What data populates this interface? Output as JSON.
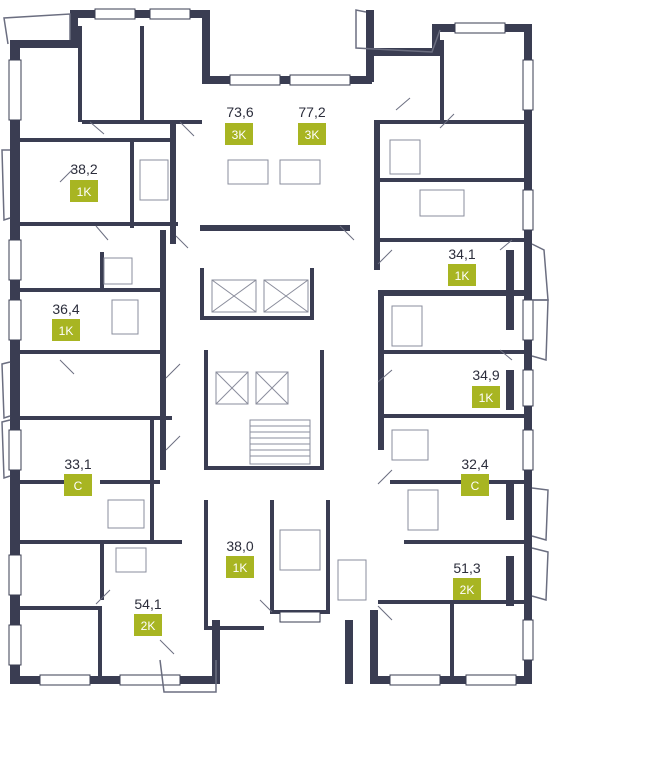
{
  "apartments": [
    {
      "id": "apt-73-6",
      "area": "73,6",
      "type": "3K"
    },
    {
      "id": "apt-77-2",
      "area": "77,2",
      "type": "3K"
    },
    {
      "id": "apt-38-2",
      "area": "38,2",
      "type": "1K"
    },
    {
      "id": "apt-34-1",
      "area": "34,1",
      "type": "1K"
    },
    {
      "id": "apt-36-4",
      "area": "36,4",
      "type": "1K"
    },
    {
      "id": "apt-34-9",
      "area": "34,9",
      "type": "1K"
    },
    {
      "id": "apt-33-1",
      "area": "33,1",
      "type": "С"
    },
    {
      "id": "apt-32-4",
      "area": "32,4",
      "type": "С"
    },
    {
      "id": "apt-38-0",
      "area": "38,0",
      "type": "1K"
    },
    {
      "id": "apt-51-3",
      "area": "51,3",
      "type": "2K"
    },
    {
      "id": "apt-54-1",
      "area": "54,1",
      "type": "2K"
    }
  ],
  "colors": {
    "wall": "#3a3d52",
    "badge": "#a8b522",
    "text": "#2b2d3b"
  }
}
